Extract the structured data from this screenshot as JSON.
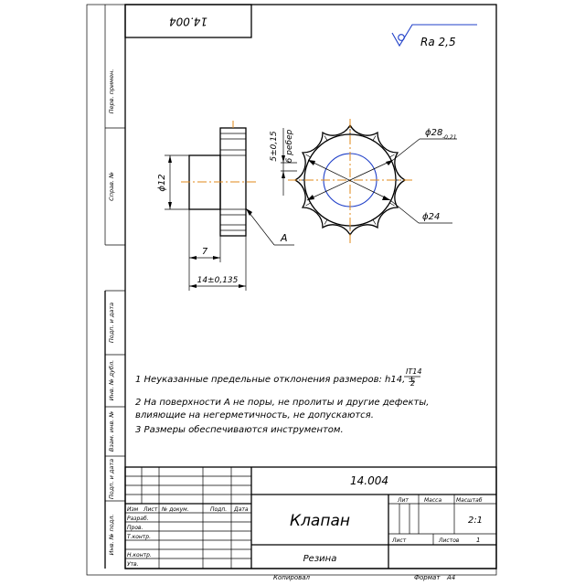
{
  "title_stamp_top": "14.004",
  "roughness": "Ra 2,5",
  "side_labels": {
    "perv_primen": "Перв. примен.",
    "sprav_no": "Справ. №",
    "podp_data_1": "Подп. и дата",
    "inv_no_dubl": "Инв. № дубл.",
    "vzam_inv_no": "Взам. инв. №",
    "podp_data_2": "Подп. и дата",
    "inv_no_podl": "Инв. № подл."
  },
  "dimensions": {
    "d12": "ϕ12",
    "d7": "7",
    "d14": "14±0,135",
    "d5": "5±0,15",
    "ribs": "6 ребер",
    "d28": "ϕ28",
    "d28_tol": "-0,21",
    "d24": "ϕ24",
    "leader_a": "A"
  },
  "notes": {
    "n1": "1 Неуказанные предельные отклонения размеров: h14, ±",
    "n1_frac_top": "IT14",
    "n1_frac_bot": "2",
    "n2a": "2 На поверхности А не поры, не пролиты и другие дефекты,",
    "n2b": "влияющие на негерметичность, не допускаются.",
    "n3": "3 Размеры обеспечиваются инструментом."
  },
  "stamp": {
    "doc_no": "14.004",
    "name": "Клапан",
    "material": "Резина",
    "col_izm": "Изм",
    "col_list": "Лист",
    "col_doc": "№ докум.",
    "col_podp": "Подп.",
    "col_date": "Дата",
    "row_razrab": "Разраб.",
    "row_prov": "Пров.",
    "row_tkontr": "Т.контр.",
    "row_nkontr": "Н.контр.",
    "row_utv": "Утв.",
    "lit": "Лит",
    "massa": "Масса",
    "masshtab": "Масштаб",
    "scale_val": "2:1",
    "list": "Лист",
    "listov": "Листов",
    "listov_val": "1",
    "kopiroval": "Копировал",
    "format": "Формат",
    "format_val": "А4"
  }
}
